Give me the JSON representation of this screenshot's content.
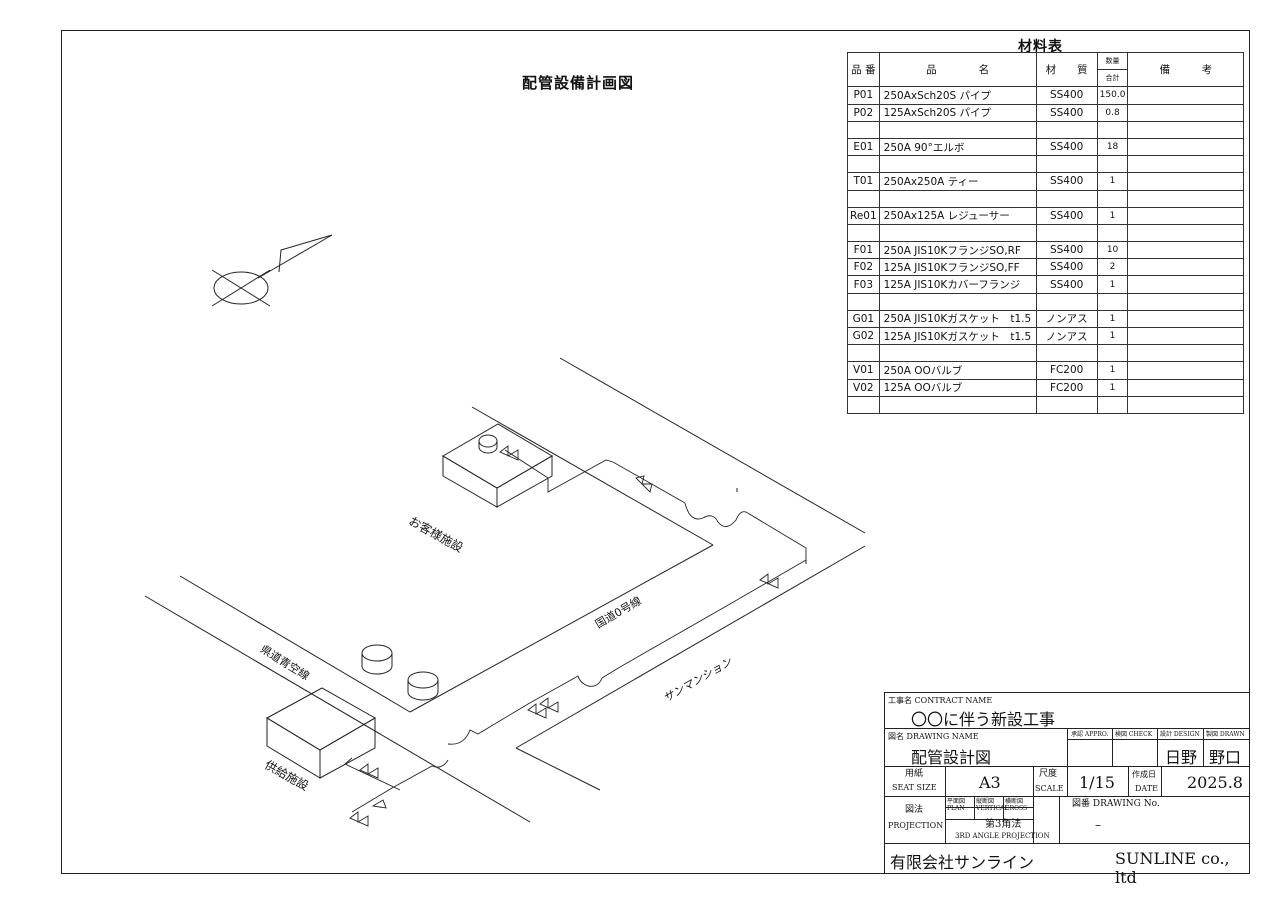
{
  "title": "配管設備計画図",
  "map_labels": {
    "customer_facility": "お客様施設",
    "supply_facility": "供給施設",
    "national_road": "国道0号線",
    "prefectural_road": "県道青空線",
    "mansion": "サンマンション"
  },
  "materials_table": {
    "title": "材料表",
    "headers": {
      "part_no": "品 番",
      "name": "品　　　　名",
      "material": "材　　質",
      "qty_top": "数量",
      "qty_bottom": "合計",
      "remarks": "備　　　考"
    },
    "rows": [
      {
        "no": "P01",
        "name": "250AxSch20S パイプ",
        "material": "SS400",
        "qty": "150.0"
      },
      {
        "no": "P02",
        "name": "125AxSch20S パイプ",
        "material": "SS400",
        "qty": "0.8"
      },
      {
        "no": "",
        "name": "",
        "material": "",
        "qty": ""
      },
      {
        "no": "E01",
        "name": "250A 90°エルボ",
        "material": "SS400",
        "qty": "18"
      },
      {
        "no": "",
        "name": "",
        "material": "",
        "qty": ""
      },
      {
        "no": "T01",
        "name": "250Ax250A ティー",
        "material": "SS400",
        "qty": "1"
      },
      {
        "no": "",
        "name": "",
        "material": "",
        "qty": ""
      },
      {
        "no": "Re01",
        "name": "250Ax125A レジューサー",
        "material": "SS400",
        "qty": "1"
      },
      {
        "no": "",
        "name": "",
        "material": "",
        "qty": ""
      },
      {
        "no": "F01",
        "name": "250A JIS10KフランジSO,RF",
        "material": "SS400",
        "qty": "10"
      },
      {
        "no": "F02",
        "name": "125A JIS10KフランジSO,FF",
        "material": "SS400",
        "qty": "2"
      },
      {
        "no": "F03",
        "name": "125A JIS10Kカバーフランジ",
        "material": "SS400",
        "qty": "1"
      },
      {
        "no": "",
        "name": "",
        "material": "",
        "qty": ""
      },
      {
        "no": "G01",
        "name": "250A JIS10Kガスケット　t1.5",
        "material": "ノンアス",
        "qty": "1"
      },
      {
        "no": "G02",
        "name": "125A JIS10Kガスケット　t1.5",
        "material": "ノンアス",
        "qty": "1"
      },
      {
        "no": "",
        "name": "",
        "material": "",
        "qty": ""
      },
      {
        "no": "V01",
        "name": "250A OOバルブ",
        "material": "FC200",
        "qty": "1"
      },
      {
        "no": "V02",
        "name": "125A OOバルブ",
        "material": "FC200",
        "qty": "1"
      },
      {
        "no": "",
        "name": "",
        "material": "",
        "qty": ""
      }
    ]
  },
  "title_block": {
    "contract_label": "工事名 CONTRACT NAME",
    "contract_name": "〇〇に伴う新設工事",
    "drawing_name_label": "図名 DRAWING NAME",
    "drawing_name": "配管設計図",
    "approved_label": "承認 APPRO.",
    "checked_label": "検図 CHECK",
    "design_label": "設計 DESIGN",
    "drawn_label": "製図 DRAWN",
    "design_value": "日野",
    "drawn_value": "野口",
    "paper_label_jp": "用紙",
    "paper_label_en": "SEAT SIZE",
    "paper_value": "A3",
    "scale_label_jp": "尺度",
    "scale_label_en": "SCALE",
    "scale_value": "1/15",
    "date_label_jp": "作成日",
    "date_label_en": "DATE",
    "date_value": "2025.8",
    "projection_label_jp": "図法",
    "projection_label_en": "PROJECTION",
    "plan_label": "平面図 PLAN",
    "vertical_label": "縦断図 VERTICAL",
    "cross_label": "横断図 CROSS",
    "projection_value_jp": "第3角法",
    "projection_value_en": "3RD ANGLE PROJECTION",
    "drawing_no_label": "図番 DRAWING No.",
    "drawing_no_value": "–",
    "company_jp": "有限会社サンライン",
    "company_en": "SUNLINE co., ltd"
  },
  "colors": {
    "line": "#222222",
    "background": "#ffffff"
  }
}
